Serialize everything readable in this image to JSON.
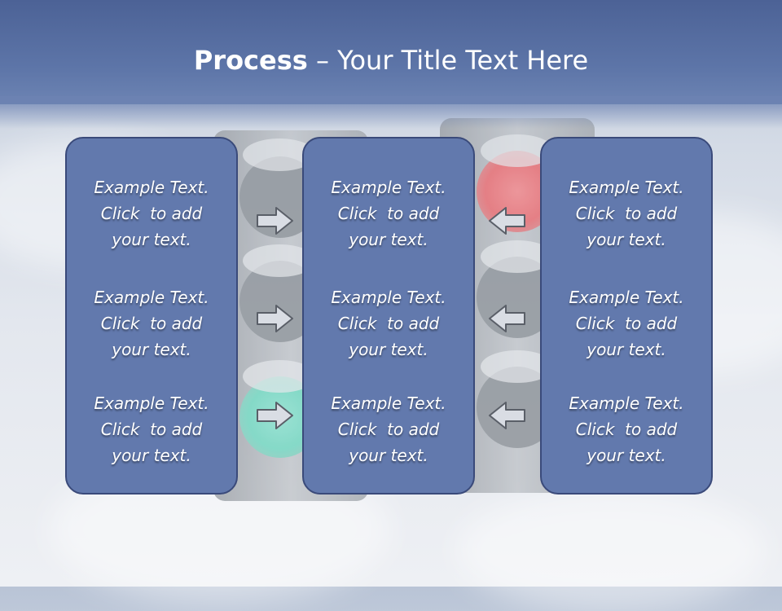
{
  "slide": {
    "title_bold": "Process",
    "title_rest": " – Your Title Text Here"
  },
  "columns": [
    {
      "items": [
        {
          "lines": [
            "Example Text.",
            "Click  to add",
            "your text."
          ]
        },
        {
          "lines": [
            "Example Text.",
            "Click  to add",
            "your text."
          ]
        },
        {
          "lines": [
            "Example Text.",
            "Click  to add",
            "your text."
          ]
        }
      ]
    },
    {
      "items": [
        {
          "lines": [
            "Example Text.",
            "Click  to add",
            "your text."
          ]
        },
        {
          "lines": [
            "Example Text.",
            "Click  to add",
            "your text."
          ]
        },
        {
          "lines": [
            "Example Text.",
            "Click  to add",
            "your text."
          ]
        }
      ]
    },
    {
      "items": [
        {
          "lines": [
            "Example Text.",
            "Click  to add",
            "your text."
          ]
        },
        {
          "lines": [
            "Example Text.",
            "Click  to add",
            "your text."
          ]
        },
        {
          "lines": [
            "Example Text.",
            "Click  to add",
            "your text."
          ]
        }
      ]
    }
  ],
  "arrows": {
    "left_group_icon": "arrow-right-icon",
    "right_group_icon": "arrow-left-icon"
  },
  "colors": {
    "header": "#5d75a8",
    "box_fill": "#6279ad",
    "box_border": "#3a4a7a",
    "text": "#ffffff"
  }
}
